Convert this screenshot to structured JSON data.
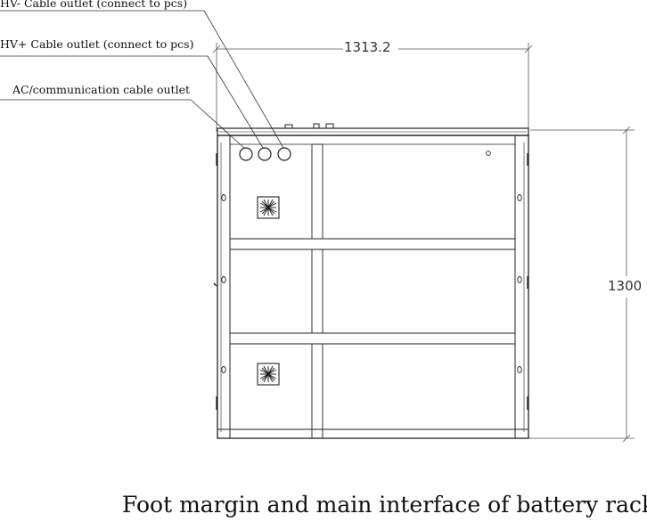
{
  "callouts": {
    "hv_minus": "HV-  Cable outlet (connect to pcs)",
    "hv_plus": "HV+  Cable outlet (connect to pcs)",
    "ac_comm": "AC/communication cable outlet"
  },
  "dimensions": {
    "width": "1313.2",
    "height": "1300"
  },
  "caption": "Foot margin and main interface of battery rack",
  "colors": {
    "line": "#222222",
    "dim_line": "#555555"
  }
}
